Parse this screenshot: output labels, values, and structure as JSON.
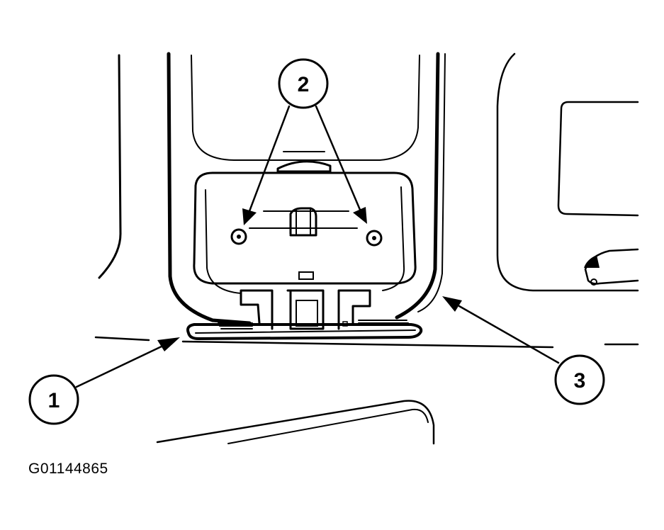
{
  "callouts": [
    {
      "label": "1"
    },
    {
      "label": "2"
    },
    {
      "label": "3"
    }
  ],
  "figure_code": "G01144865",
  "colors": {
    "line": "#000000",
    "background": "#ffffff"
  }
}
